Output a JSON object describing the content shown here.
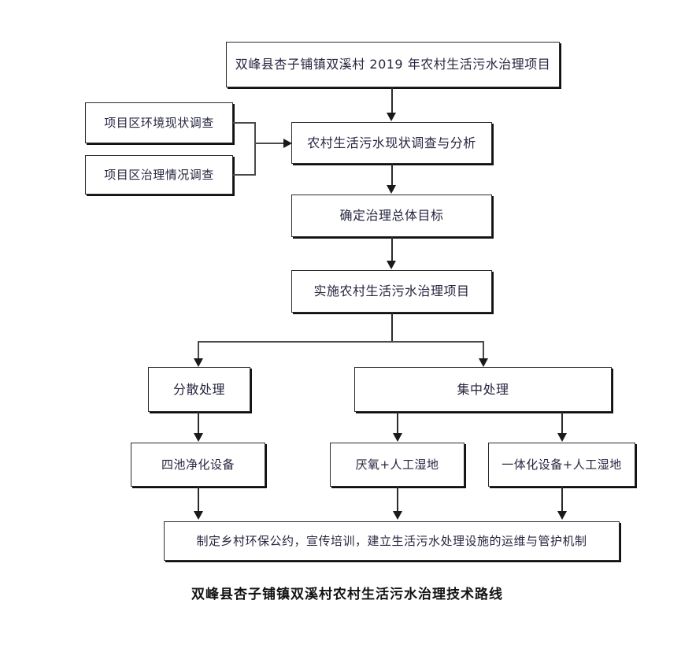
{
  "diagram": {
    "type": "flowchart",
    "caption": "双峰县杏子铺镇双溪村农村生活污水治理技术路线",
    "nodes": {
      "title_project": "双峰县杏子铺镇双溪村 2019 年农村生活污水治理项目",
      "survey_environment": "项目区环境现状调查",
      "survey_treatment": "项目区治理情况调查",
      "analysis": "农村生活污水现状调查与分析",
      "goal": "确定治理总体目标",
      "implement": "实施农村生活污水治理项目",
      "decentralized": "分散处理",
      "centralized": "集中处理",
      "four_pond": "四池净化设备",
      "anaerobic_wetland": "厌氧+人工湿地",
      "integrated_wetland": "一体化设备+人工湿地",
      "mechanism": "制定乡村环保公约，宣传培训，建立生活污水处理设施的运维与管护机制"
    },
    "edges": [
      {
        "from": "title_project",
        "to": "analysis",
        "style": "arrow-down"
      },
      {
        "from": "survey_environment",
        "to": "analysis",
        "style": "bracket-arrow-right"
      },
      {
        "from": "survey_treatment",
        "to": "analysis",
        "style": "bracket-arrow-right"
      },
      {
        "from": "analysis",
        "to": "goal",
        "style": "arrow-down"
      },
      {
        "from": "goal",
        "to": "implement",
        "style": "arrow-down"
      },
      {
        "from": "implement",
        "to": "decentralized",
        "style": "split-arrow-down"
      },
      {
        "from": "implement",
        "to": "centralized",
        "style": "split-arrow-down"
      },
      {
        "from": "decentralized",
        "to": "four_pond",
        "style": "arrow-down"
      },
      {
        "from": "centralized",
        "to": "anaerobic_wetland",
        "style": "split-arrow-down"
      },
      {
        "from": "centralized",
        "to": "integrated_wetland",
        "style": "split-arrow-down"
      },
      {
        "from": "four_pond",
        "to": "mechanism",
        "style": "arrow-down"
      },
      {
        "from": "anaerobic_wetland",
        "to": "mechanism",
        "style": "arrow-down"
      },
      {
        "from": "integrated_wetland",
        "to": "mechanism",
        "style": "arrow-down"
      }
    ],
    "colors": {
      "background": "#ffffff",
      "box_border": "#2b2b2b",
      "box_shadow": "#111111",
      "text": "#262640",
      "caption_text": "#121212",
      "connector": "#2b2b2b"
    }
  }
}
